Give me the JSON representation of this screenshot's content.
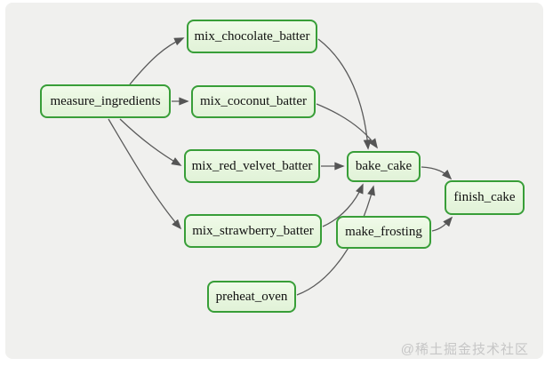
{
  "diagram": {
    "type": "dag-graph",
    "nodes": {
      "measure_ingredients": {
        "label": "measure_ingredients"
      },
      "mix_chocolate_batter": {
        "label": "mix_chocolate_batter"
      },
      "mix_coconut_batter": {
        "label": "mix_coconut_batter"
      },
      "mix_red_velvet_batter": {
        "label": "mix_red_velvet_batter"
      },
      "mix_strawberry_batter": {
        "label": "mix_strawberry_batter"
      },
      "preheat_oven": {
        "label": "preheat_oven"
      },
      "bake_cake": {
        "label": "bake_cake"
      },
      "make_frosting": {
        "label": "make_frosting"
      },
      "finish_cake": {
        "label": "finish_cake"
      }
    },
    "edges": [
      {
        "from": "measure_ingredients",
        "to": "mix_chocolate_batter"
      },
      {
        "from": "measure_ingredients",
        "to": "mix_coconut_batter"
      },
      {
        "from": "measure_ingredients",
        "to": "mix_red_velvet_batter"
      },
      {
        "from": "measure_ingredients",
        "to": "mix_strawberry_batter"
      },
      {
        "from": "mix_chocolate_batter",
        "to": "bake_cake"
      },
      {
        "from": "mix_coconut_batter",
        "to": "bake_cake"
      },
      {
        "from": "mix_red_velvet_batter",
        "to": "bake_cake"
      },
      {
        "from": "mix_strawberry_batter",
        "to": "bake_cake"
      },
      {
        "from": "preheat_oven",
        "to": "bake_cake"
      },
      {
        "from": "bake_cake",
        "to": "finish_cake"
      },
      {
        "from": "make_frosting",
        "to": "finish_cake"
      }
    ],
    "colors": {
      "node_border": "#389e38",
      "node_fill": "#e9f6e2",
      "edge": "#5a5a5a",
      "canvas_bg": "#f0f0ee",
      "page_bg": "#ffffff"
    }
  },
  "watermark": {
    "text": "@稀土掘金技术社区"
  }
}
